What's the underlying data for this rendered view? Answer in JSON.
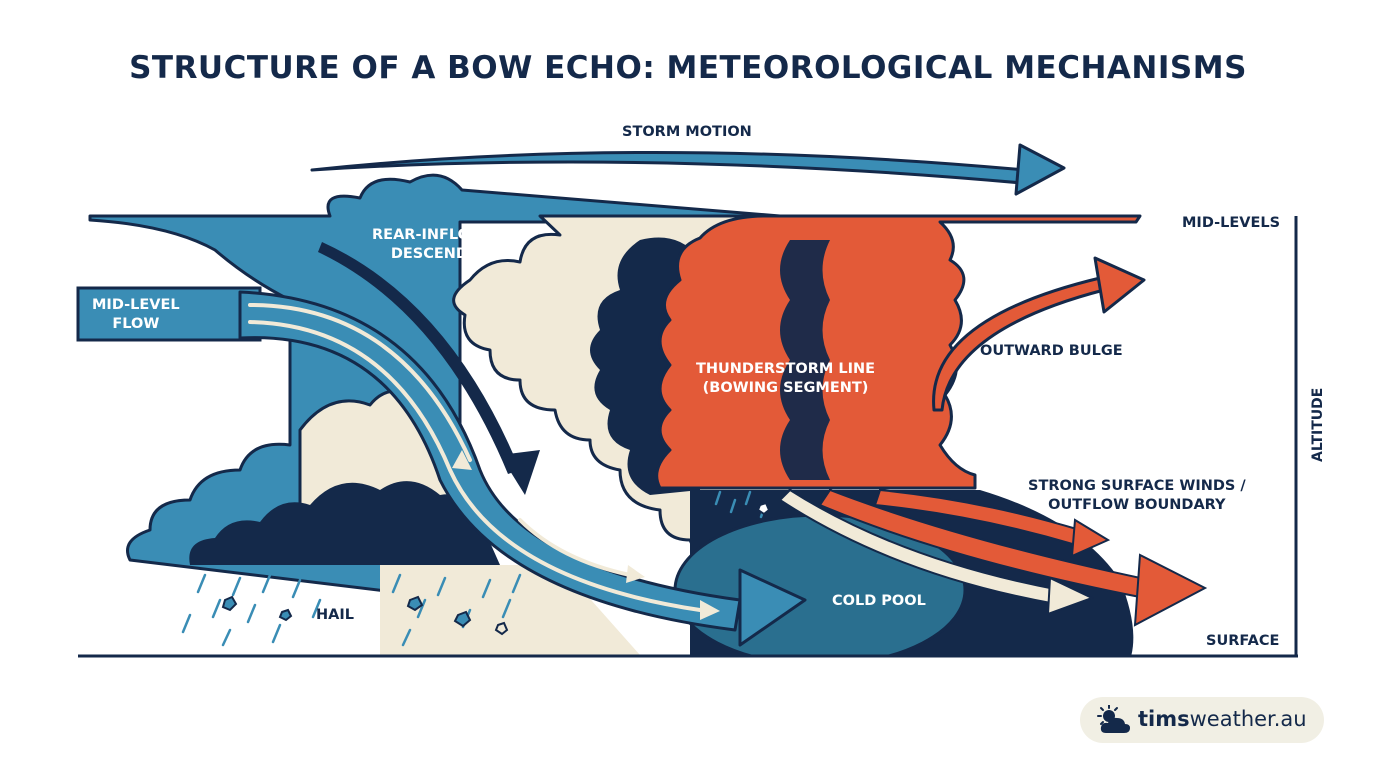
{
  "title": "STRUCTURE OF A BOW ECHO: METEOROLOGICAL MECHANISMS",
  "labels": {
    "storm_motion": "STORM MOTION",
    "rear_inflow_line1": "REAR-INFLOW JET",
    "rear_inflow_line2": "DESCENDING",
    "mid_level_flow_line1": "MID-LEVEL",
    "mid_level_flow_line2": "FLOW",
    "thunderstorm_line1": "THUNDERSTORM LINE",
    "thunderstorm_line2": "(BOWING SEGMENT)",
    "outward_bulge": "OUTWARD BULGE",
    "strong_winds_line1": "STRONG SURFACE WINDS /",
    "strong_winds_line2": "OUTFLOW BOUNDARY",
    "cold_pool": "COLD POOL",
    "hail": "HAIL",
    "mid_levels": "MID-LEVELS",
    "surface": "SURFACE",
    "altitude": "ALTITUDE"
  },
  "brand": {
    "bold": "tims",
    "regular": "weather.au",
    "icon": "sun-cloud-icon"
  },
  "colors": {
    "navy": "#14294a",
    "blue": "#3a8db5",
    "cream": "#f1ead8",
    "orange": "#e35a38"
  }
}
